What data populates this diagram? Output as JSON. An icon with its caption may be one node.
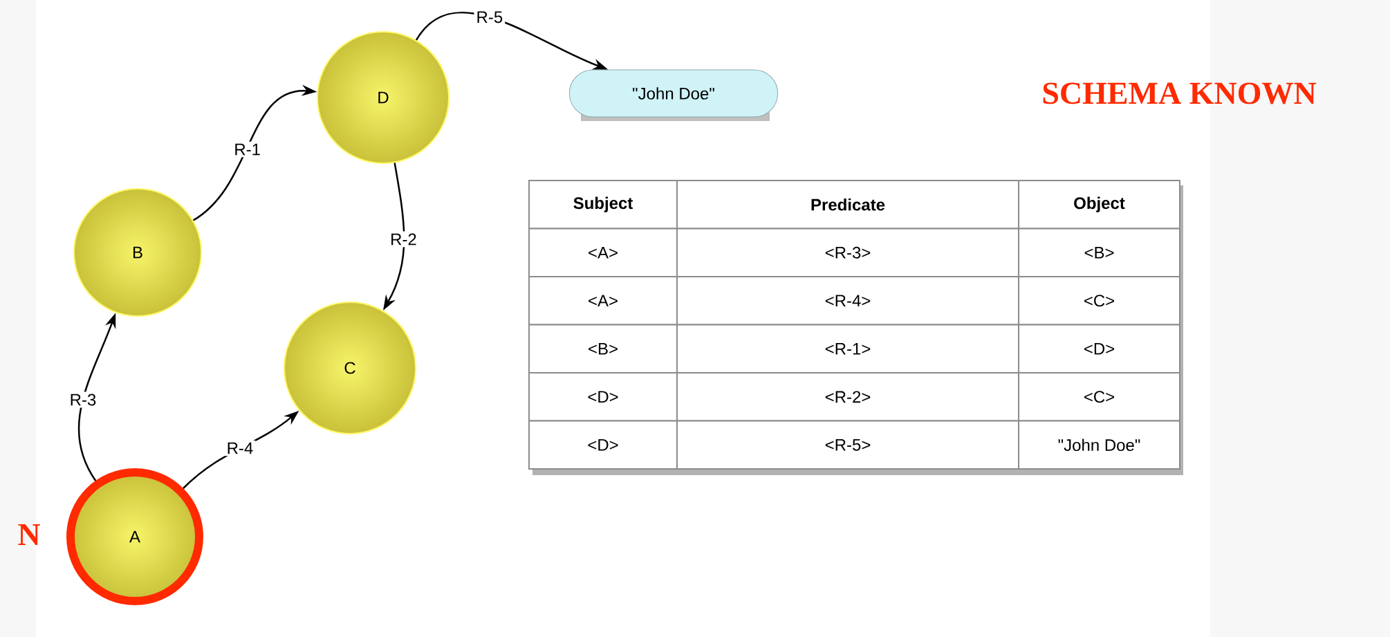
{
  "diagram": {
    "nodes": [
      {
        "text": [
          "D"
        ]
      },
      {
        "text": [
          "\"John Doe\""
        ]
      },
      {
        "text": [
          "B"
        ]
      },
      {
        "text": [
          "C"
        ]
      },
      {
        "text": [
          "A"
        ],
        "beside": [
          "N"
        ]
      }
    ],
    "edges": [
      {
        "from": 2,
        "to": 0,
        "arrow": "to",
        "label": "R-1"
      },
      {
        "from": 0,
        "to": 3,
        "arrow": "to",
        "label": "R-2"
      },
      {
        "from": 4,
        "to": 2,
        "arrow": "to",
        "label": "R-3"
      },
      {
        "from": 4,
        "to": 3,
        "arrow": "to",
        "label": "R-4"
      },
      {
        "from": 0,
        "to": 1,
        "arrow": "to",
        "label": "R-5"
      }
    ],
    "labels": [
      "SCHEMA KNOWN",
      "Subject",
      "Predicate",
      "Object",
      "<A>",
      "<R-3>",
      "<B>",
      "<A>",
      "<R-4>",
      "<C>",
      "<B>",
      "<R-1>",
      "<D>",
      "<D>",
      "<R-2>",
      "<C>",
      "<D>",
      "<R-5>",
      "\"John Doe\""
    ]
  }
}
